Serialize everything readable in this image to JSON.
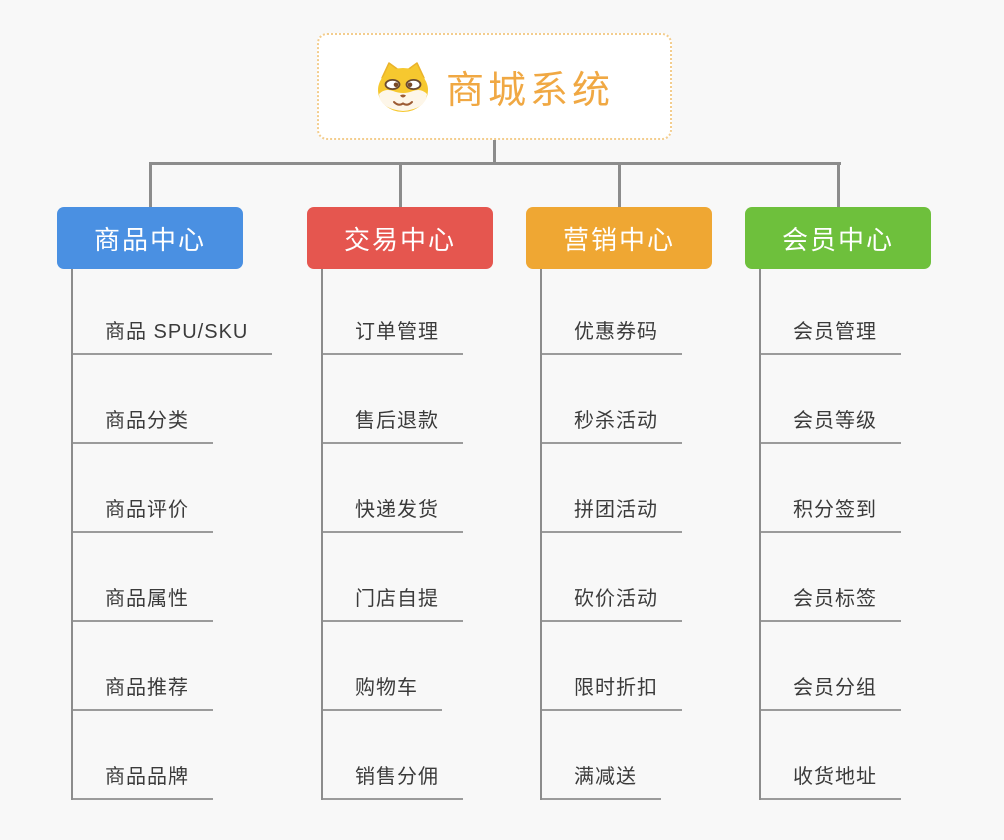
{
  "background_color": "#f8f8f8",
  "connector_color": "#8c8c8c",
  "root": {
    "title": "商城系统",
    "icon": "dog-face-icon",
    "text_color": "#f0a843",
    "border_color": "#f3cd8e"
  },
  "branches": [
    {
      "label": "商品中心",
      "color": "#4a90e2",
      "children": [
        "商品 SPU/SKU",
        "商品分类",
        "商品评价",
        "商品属性",
        "商品推荐",
        "商品品牌"
      ]
    },
    {
      "label": "交易中心",
      "color": "#e5564f",
      "children": [
        "订单管理",
        "售后退款",
        "快递发货",
        "门店自提",
        "购物车",
        "销售分佣"
      ]
    },
    {
      "label": "营销中心",
      "color": "#efa733",
      "children": [
        "优惠券码",
        "秒杀活动",
        "拼团活动",
        "砍价活动",
        "限时折扣",
        "满减送"
      ]
    },
    {
      "label": "会员中心",
      "color": "#6ec03c",
      "children": [
        "会员管理",
        "会员等级",
        "积分签到",
        "会员标签",
        "会员分组",
        "收货地址"
      ]
    }
  ]
}
